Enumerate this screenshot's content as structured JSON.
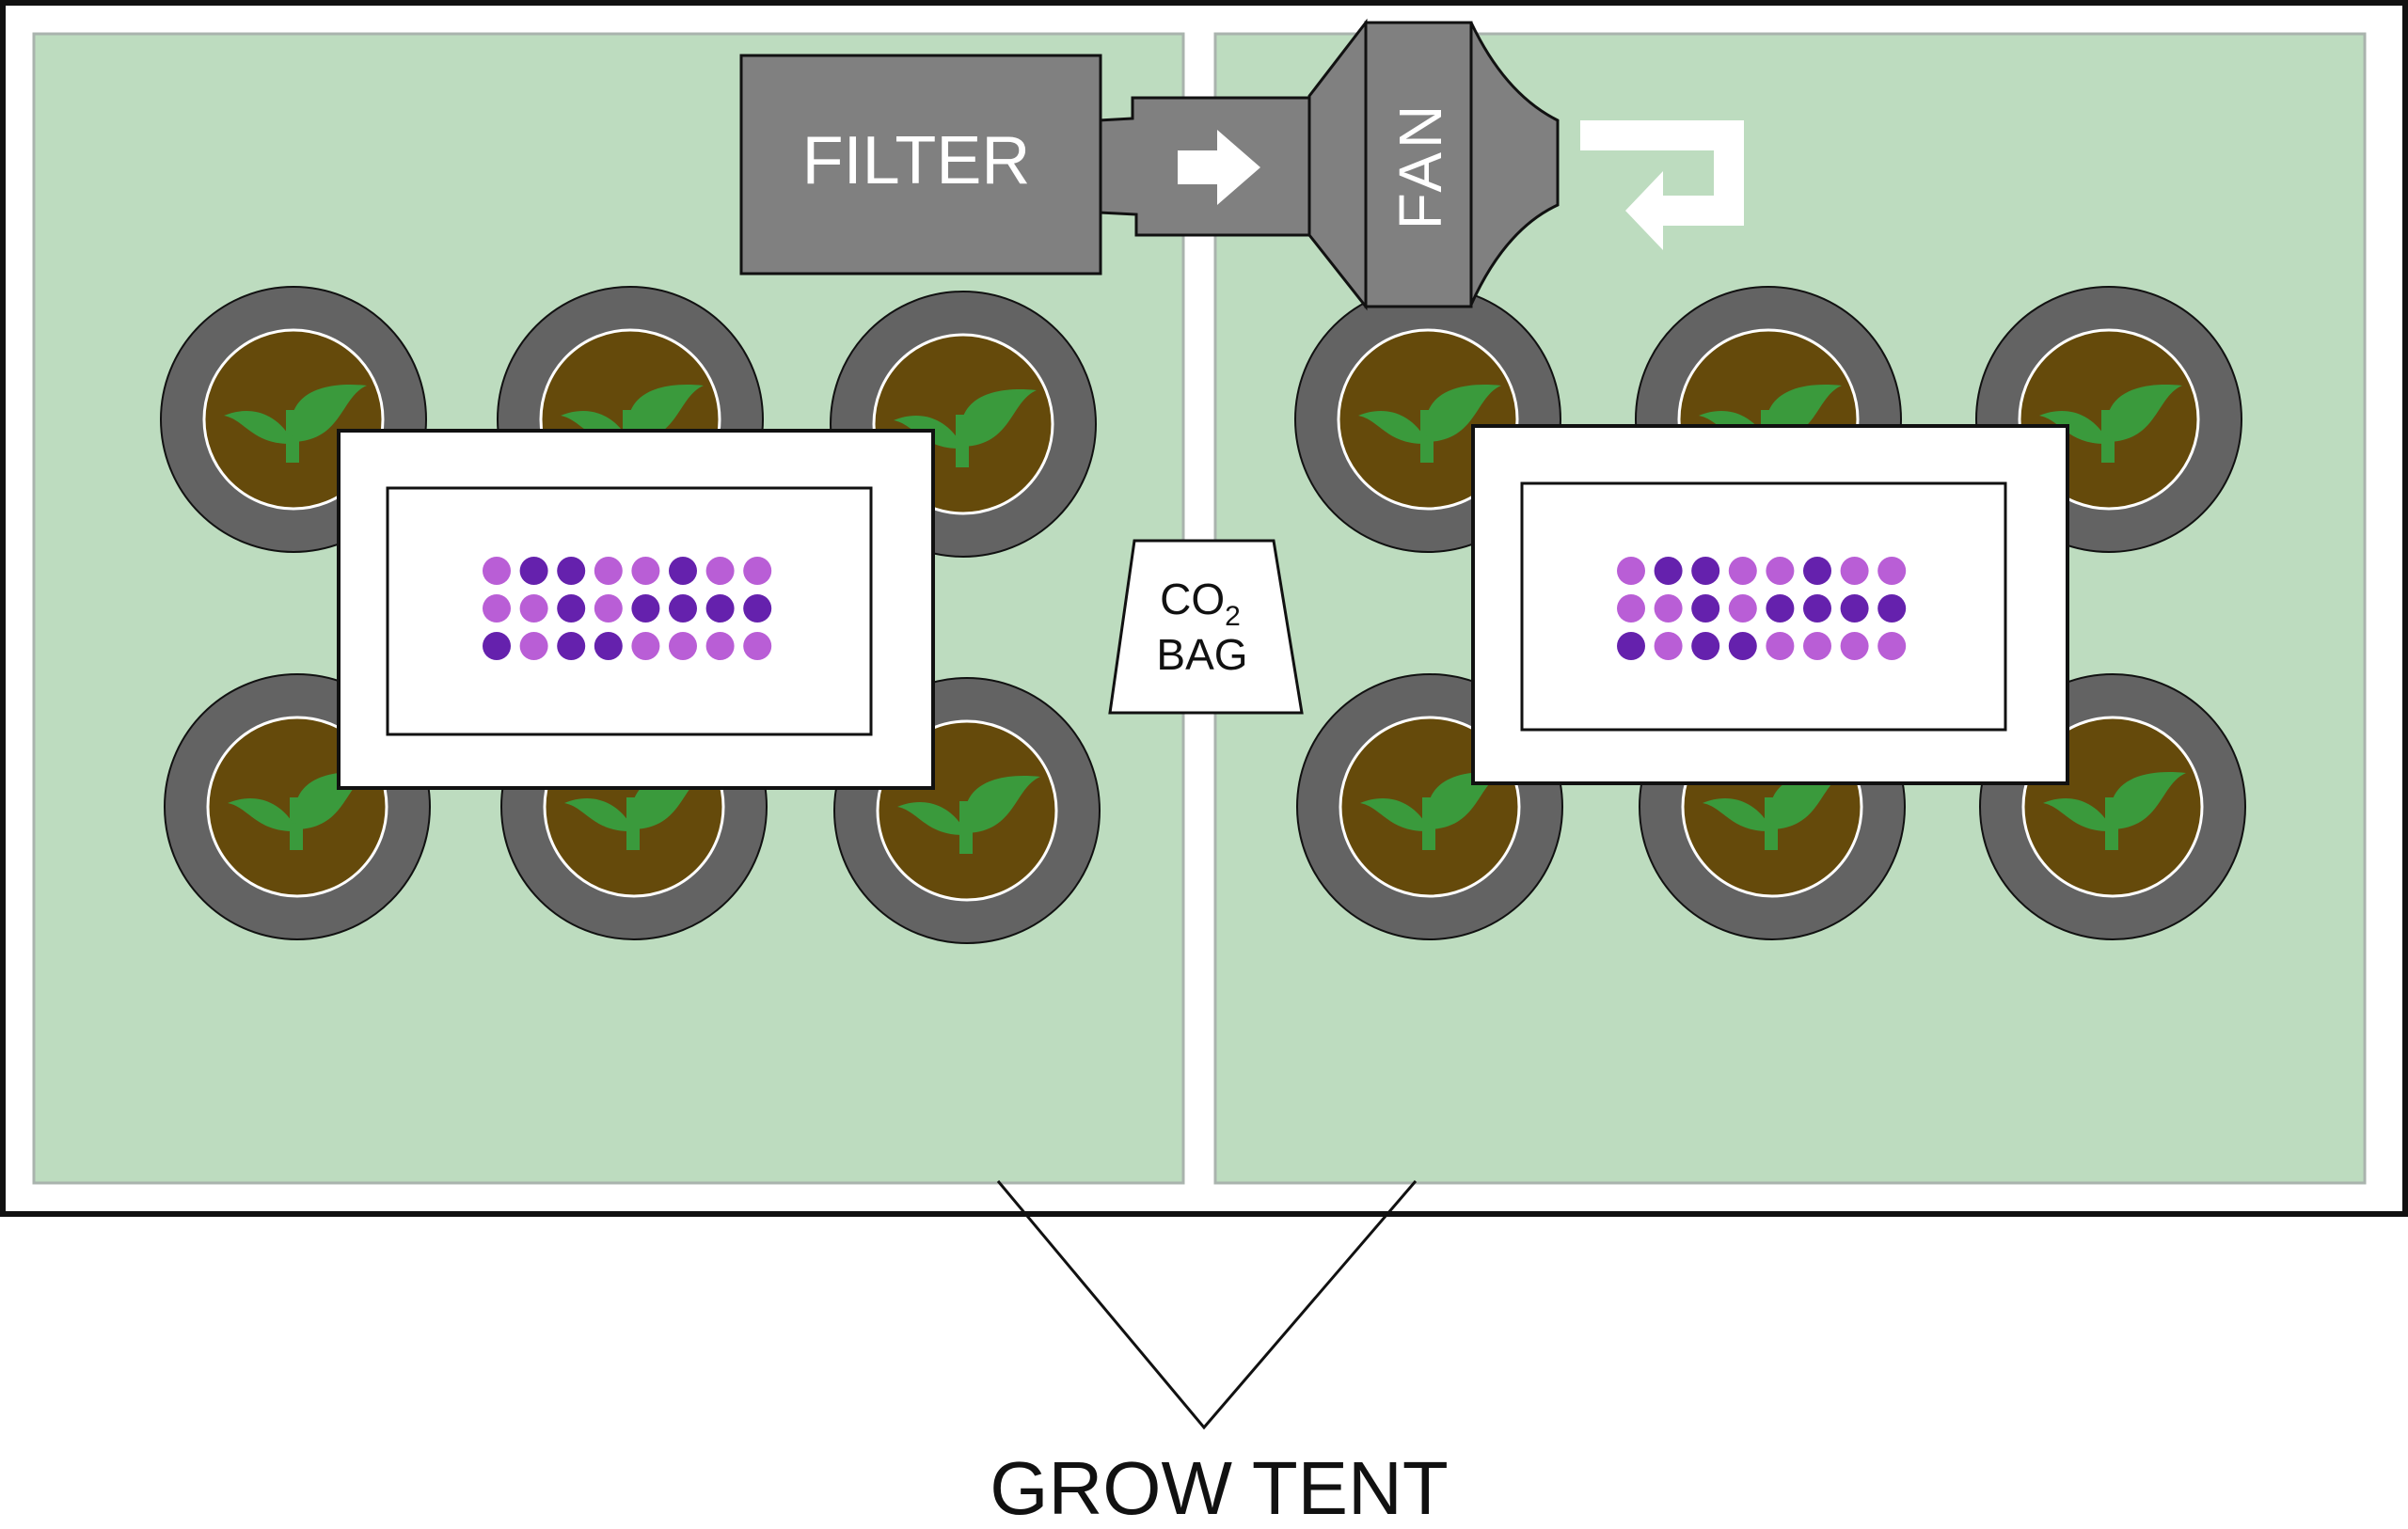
{
  "labels": {
    "filter": "FILTER",
    "fan": "FAN",
    "co2_main": "CO",
    "co2_sub": "2",
    "co2_bag": "BAG",
    "tent": "GROW TENT"
  },
  "colors": {
    "tent_floor": "#bddcbf",
    "tent_floor_edge": "#a9b3ad",
    "equipment": "#808080",
    "pot_rim": "#636363",
    "soil": "#654a0b",
    "plant": "#3a9a3c",
    "led_light": "#b95ed6",
    "led_dark": "#6521ad",
    "outline": "#111111",
    "arrow": "#ffffff"
  },
  "icons": {
    "plant": "seedling-icon",
    "airflow": "arrow-right-icon",
    "exhaust": "return-arrow-icon"
  },
  "led_pattern": {
    "left": [
      "LDDLLDLL",
      "LLDLDDDD",
      "DLDDLLLL"
    ],
    "right": [
      "LDDLLDLL",
      "LLDLDDDD",
      "DLDDLLLL"
    ]
  }
}
